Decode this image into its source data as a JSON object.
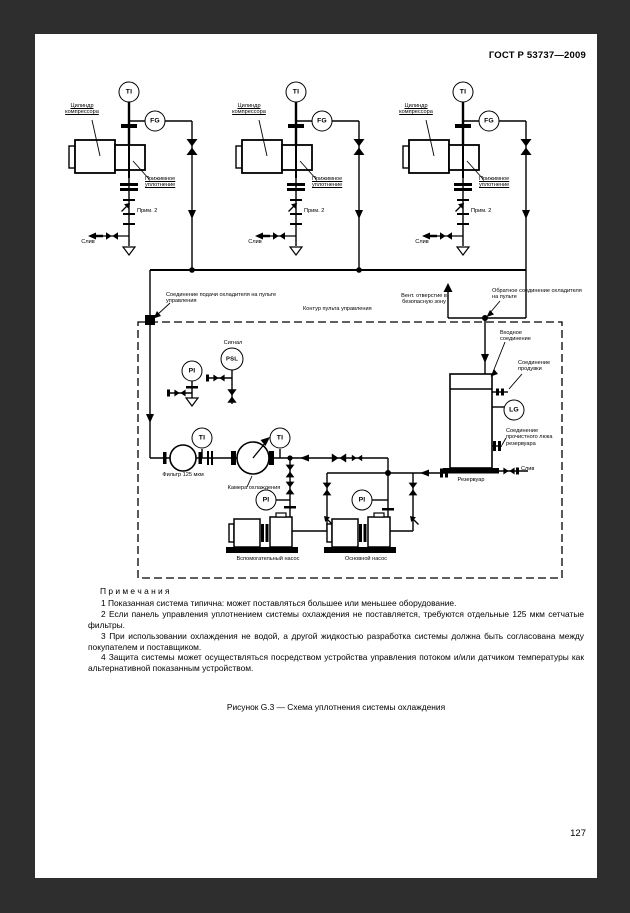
{
  "page": {
    "header": "ГОСТ Р 53737—2009",
    "page_number": "127",
    "caption": "Рисунок G.3 — Схема уплотнения системы охлаждения"
  },
  "colors": {
    "surround": "#2e2e2e",
    "paper": "#ffffff",
    "ink": "#000000"
  },
  "instruments": {
    "ti": "TI",
    "fg": "FG",
    "pi": "PI",
    "psl": "PSL",
    "lg": "LG"
  },
  "diagram_labels": {
    "cylinder": "Цилиндр компрессора",
    "packing": "Прижимное уплотнение",
    "note_ref": "Прим. 2",
    "drain": "Слив",
    "supply_connection": "Соединение подачи охладителя на пульте управления",
    "panel_boundary": "Контур пульта управления",
    "vent": "Вент. отверстие в безопасную зону",
    "return_connection": "Обратное соединение охладителя на пульте",
    "signal": "Сигнал",
    "inlet_connection": "Входное соединение",
    "purge_connection": "Соединение продувки",
    "manhole_connection": "Соединение прочистного люка резервуара",
    "tank": "Резервуар",
    "filter": "Фильтр 125 мкм",
    "cooling_chamber": "Камера охлаждения",
    "aux_pump": "Вспомогательный насос",
    "main_pump": "Основной насос"
  },
  "notes": {
    "title": "П р и м е ч а н и я",
    "items": [
      "1 Показанная система типична: может поставляться большее или меньшее оборудование.",
      "2 Если панель управления уплотнением системы охлаждения не поставляется, требуются отдельные 125 мкм сетчатые фильтры.",
      "3 При использовании охлаждения не водой, а другой жидкостью разработка системы должна быть согласована между покупателем и поставщиком.",
      "4 Защита системы может осуществляться посредством устройства управления потоком и/или датчиком температуры как альтернативной показанным устройством."
    ]
  }
}
